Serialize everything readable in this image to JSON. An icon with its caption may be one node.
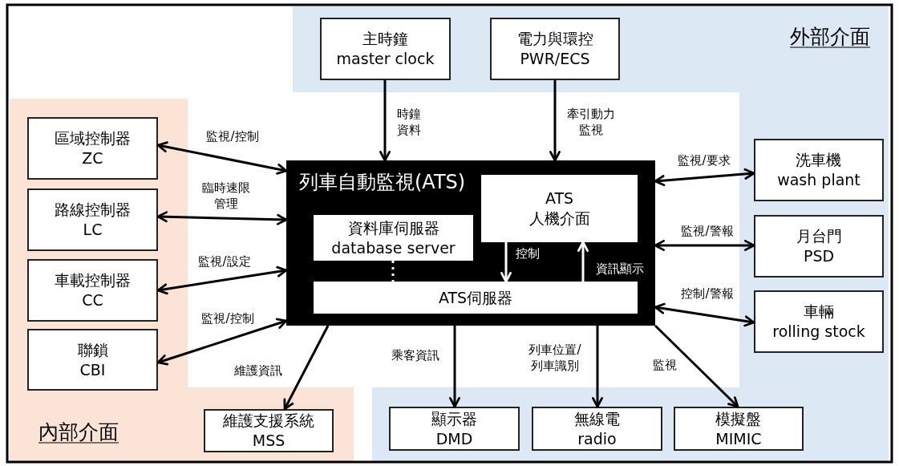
{
  "diagram": {
    "nodes": [
      {
        "text": [
          "列車自動監視(ATS)"
        ]
      },
      {
        "text": [
          "ATS 人機介面"
        ],
        "in": 0
      },
      {
        "text": [
          "資料庫伺服器 database server"
        ],
        "in": 0
      },
      {
        "text": [
          "ATS伺服器"
        ],
        "in": 0
      },
      {
        "text": [
          "主時鐘 master clock"
        ]
      },
      {
        "text": [
          "電力與環控 PWR/ECS"
        ]
      },
      {
        "text": [
          "區域控制器 ZC"
        ]
      },
      {
        "text": [
          "路線控制器 LC"
        ]
      },
      {
        "text": [
          "車載控制器 CC"
        ]
      },
      {
        "text": [
          "聯鎖 CBI"
        ]
      },
      {
        "text": [
          "維護支援系統 MSS"
        ]
      },
      {
        "text": [
          "顯示器 DMD"
        ]
      },
      {
        "text": [
          "無線電 radio"
        ]
      },
      {
        "text": [
          "模擬盤 MIMIC"
        ]
      },
      {
        "text": [
          "洗車機 wash plant"
        ]
      },
      {
        "text": [
          "月台門 PSD"
        ]
      },
      {
        "text": [
          "車輛 rolling stock"
        ]
      }
    ],
    "edges": [
      {
        "from": 4,
        "to": 0,
        "arrow": "to",
        "label": "時鐘資料"
      },
      {
        "from": 5,
        "to": 0,
        "arrow": "to",
        "label": "牽引動力監視"
      },
      {
        "from": 6,
        "to": 0,
        "arrow": "both",
        "label": "監視/控制"
      },
      {
        "from": 7,
        "to": 0,
        "arrow": "both",
        "label": "臨時速限管理"
      },
      {
        "from": 8,
        "to": 0,
        "arrow": "both",
        "label": "監視/設定"
      },
      {
        "from": 9,
        "to": 0,
        "arrow": "both",
        "label": "監視/控制"
      },
      {
        "from": 0,
        "to": 10,
        "arrow": "to",
        "label": "維護資訊"
      },
      {
        "from": 0,
        "to": 11,
        "arrow": "to",
        "label": "乘客資訊"
      },
      {
        "from": 0,
        "to": 12,
        "arrow": "to",
        "label": "列車位置/列車識別"
      },
      {
        "from": 0,
        "to": 13,
        "arrow": "to",
        "label": "監視"
      },
      {
        "from": 0,
        "to": 14,
        "arrow": "both",
        "label": "監視/要求"
      },
      {
        "from": 0,
        "to": 15,
        "arrow": "both",
        "label": "監視/警報"
      },
      {
        "from": 0,
        "to": 16,
        "arrow": "both",
        "label": "控制/警報"
      },
      {
        "from": 1,
        "to": 3,
        "arrow": "to",
        "label": "控制",
        "color": "#ffffff"
      },
      {
        "from": 3,
        "to": 1,
        "arrow": "to",
        "label": "資訊顯示",
        "color": "#ffffff"
      },
      {
        "from": 2,
        "to": 3,
        "arrow": "none",
        "style": "dashed",
        "color": "#ffffff"
      }
    ],
    "labels": [
      "外部介面",
      "內部介面"
    ]
  }
}
